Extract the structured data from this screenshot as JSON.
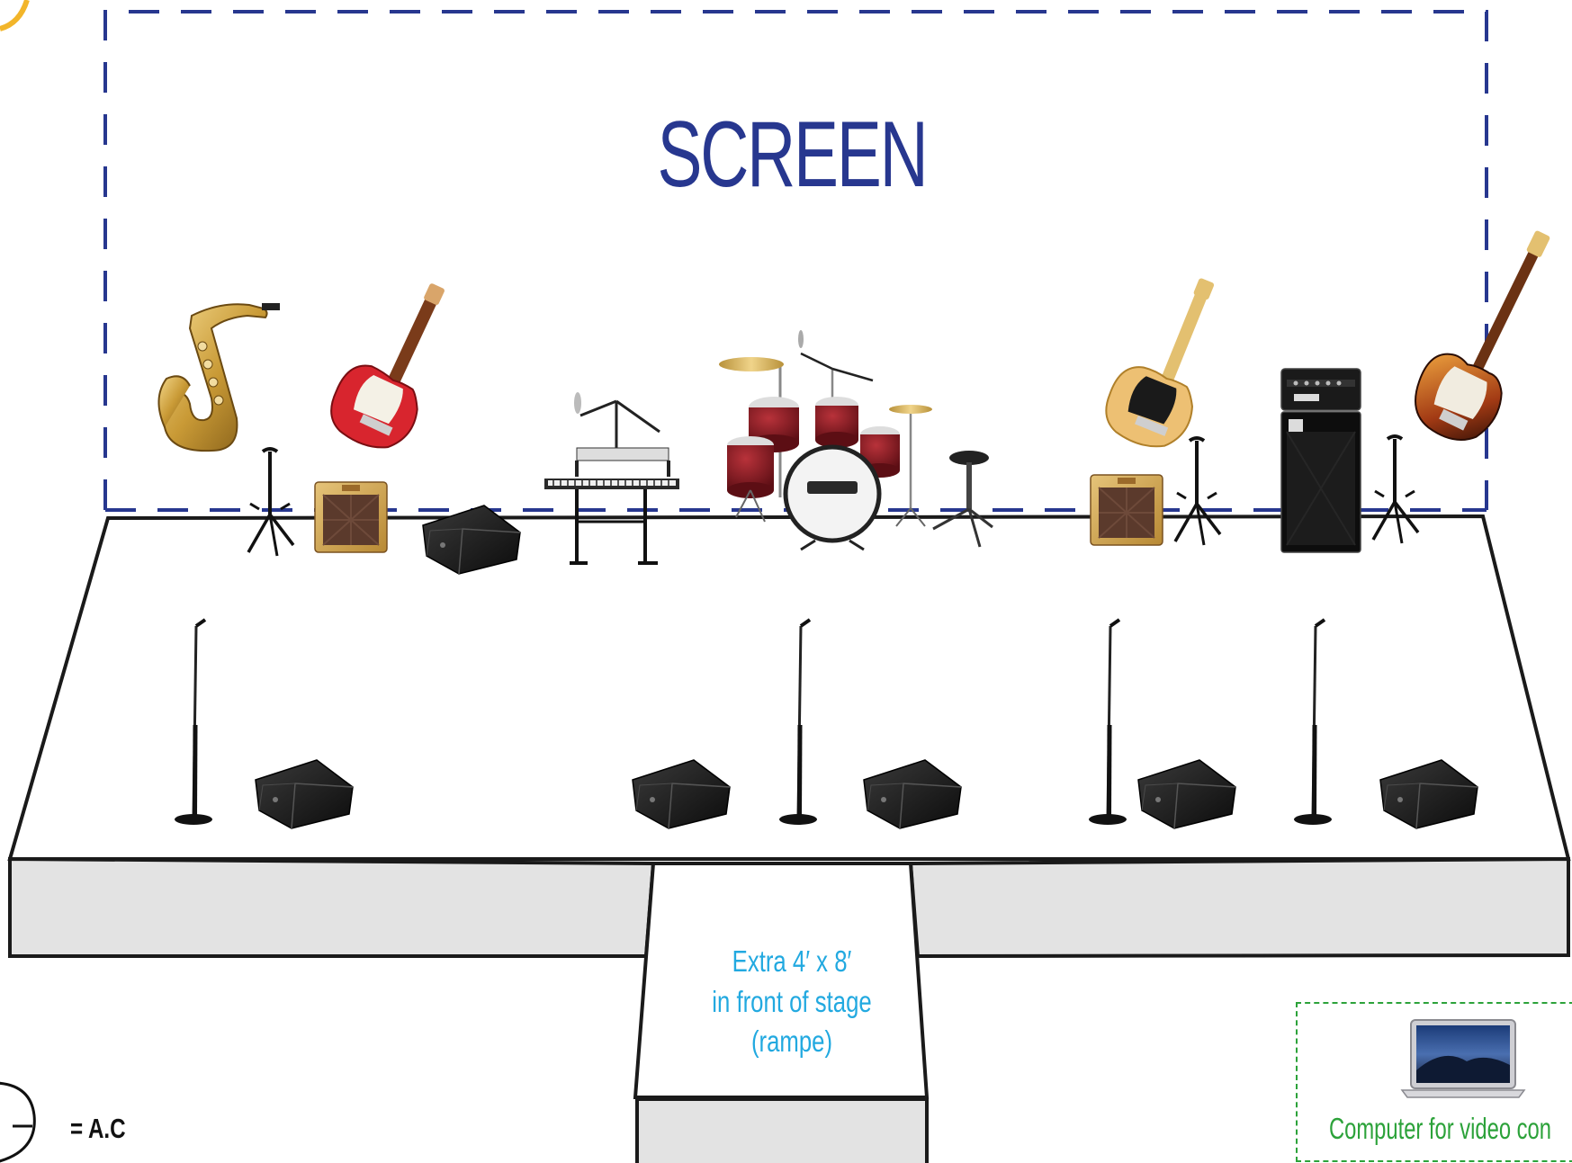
{
  "screen": {
    "label": "SCREEN",
    "border_color": "#27378f"
  },
  "ramp": {
    "label_lines": [
      "Extra 4′ x  8′",
      "in front of stage",
      "(rampe)"
    ],
    "text_color": "#22a9e0"
  },
  "legend": {
    "ac_symbol": "—",
    "ac_label": "= A.C"
  },
  "computer": {
    "label": "Computer for video con",
    "border_color": "#2ca23a"
  },
  "instruments": {
    "back_line": [
      "saxophone",
      "electric-guitar",
      "guitar-stand",
      "guitar-amp",
      "wedge-monitor",
      "keyboard",
      "drum-kit",
      "drum-throne",
      "electric-guitar",
      "guitar-amp",
      "guitar-stand",
      "bass-amp",
      "guitar-stand",
      "bass-guitar"
    ],
    "front_line": [
      "mic-stand",
      "wedge-monitor",
      "wedge-monitor",
      "mic-stand",
      "wedge-monitor",
      "mic-stand",
      "wedge-monitor",
      "mic-stand",
      "wedge-monitor"
    ]
  }
}
